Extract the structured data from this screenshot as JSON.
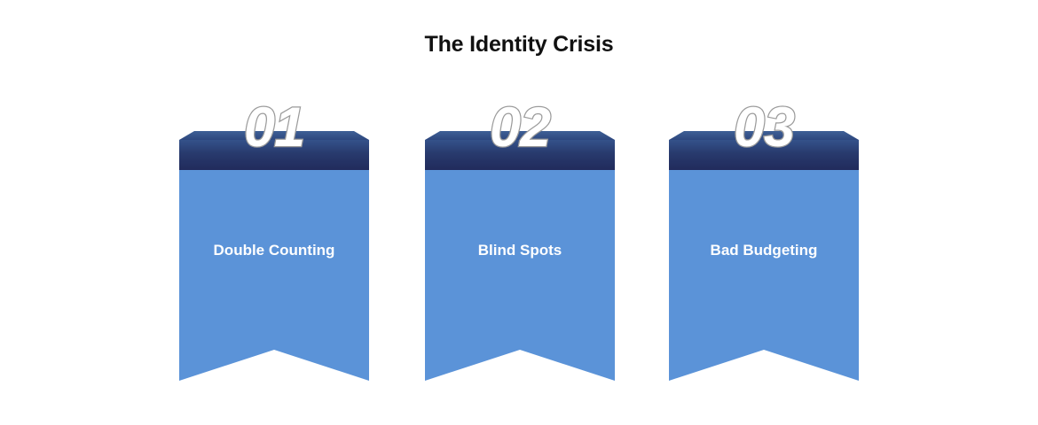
{
  "title": "The Identity Crisis",
  "colors": {
    "background": "#ffffff",
    "title_text": "#111111",
    "ribbon_body": "#5b93d8",
    "ribbon_cap_top": "#2e4a7d",
    "ribbon_cap_bottom": "#222c5e",
    "ribbon_cap_highlight": "#3a5a8f",
    "number_fill": "#ffffff",
    "number_outline": "#9b9b9b",
    "label_text": "#ffffff"
  },
  "banners": [
    {
      "number": "01",
      "label": "Double Counting"
    },
    {
      "number": "02",
      "label": "Blind Spots"
    },
    {
      "number": "03",
      "label": "Bad Budgeting"
    }
  ]
}
